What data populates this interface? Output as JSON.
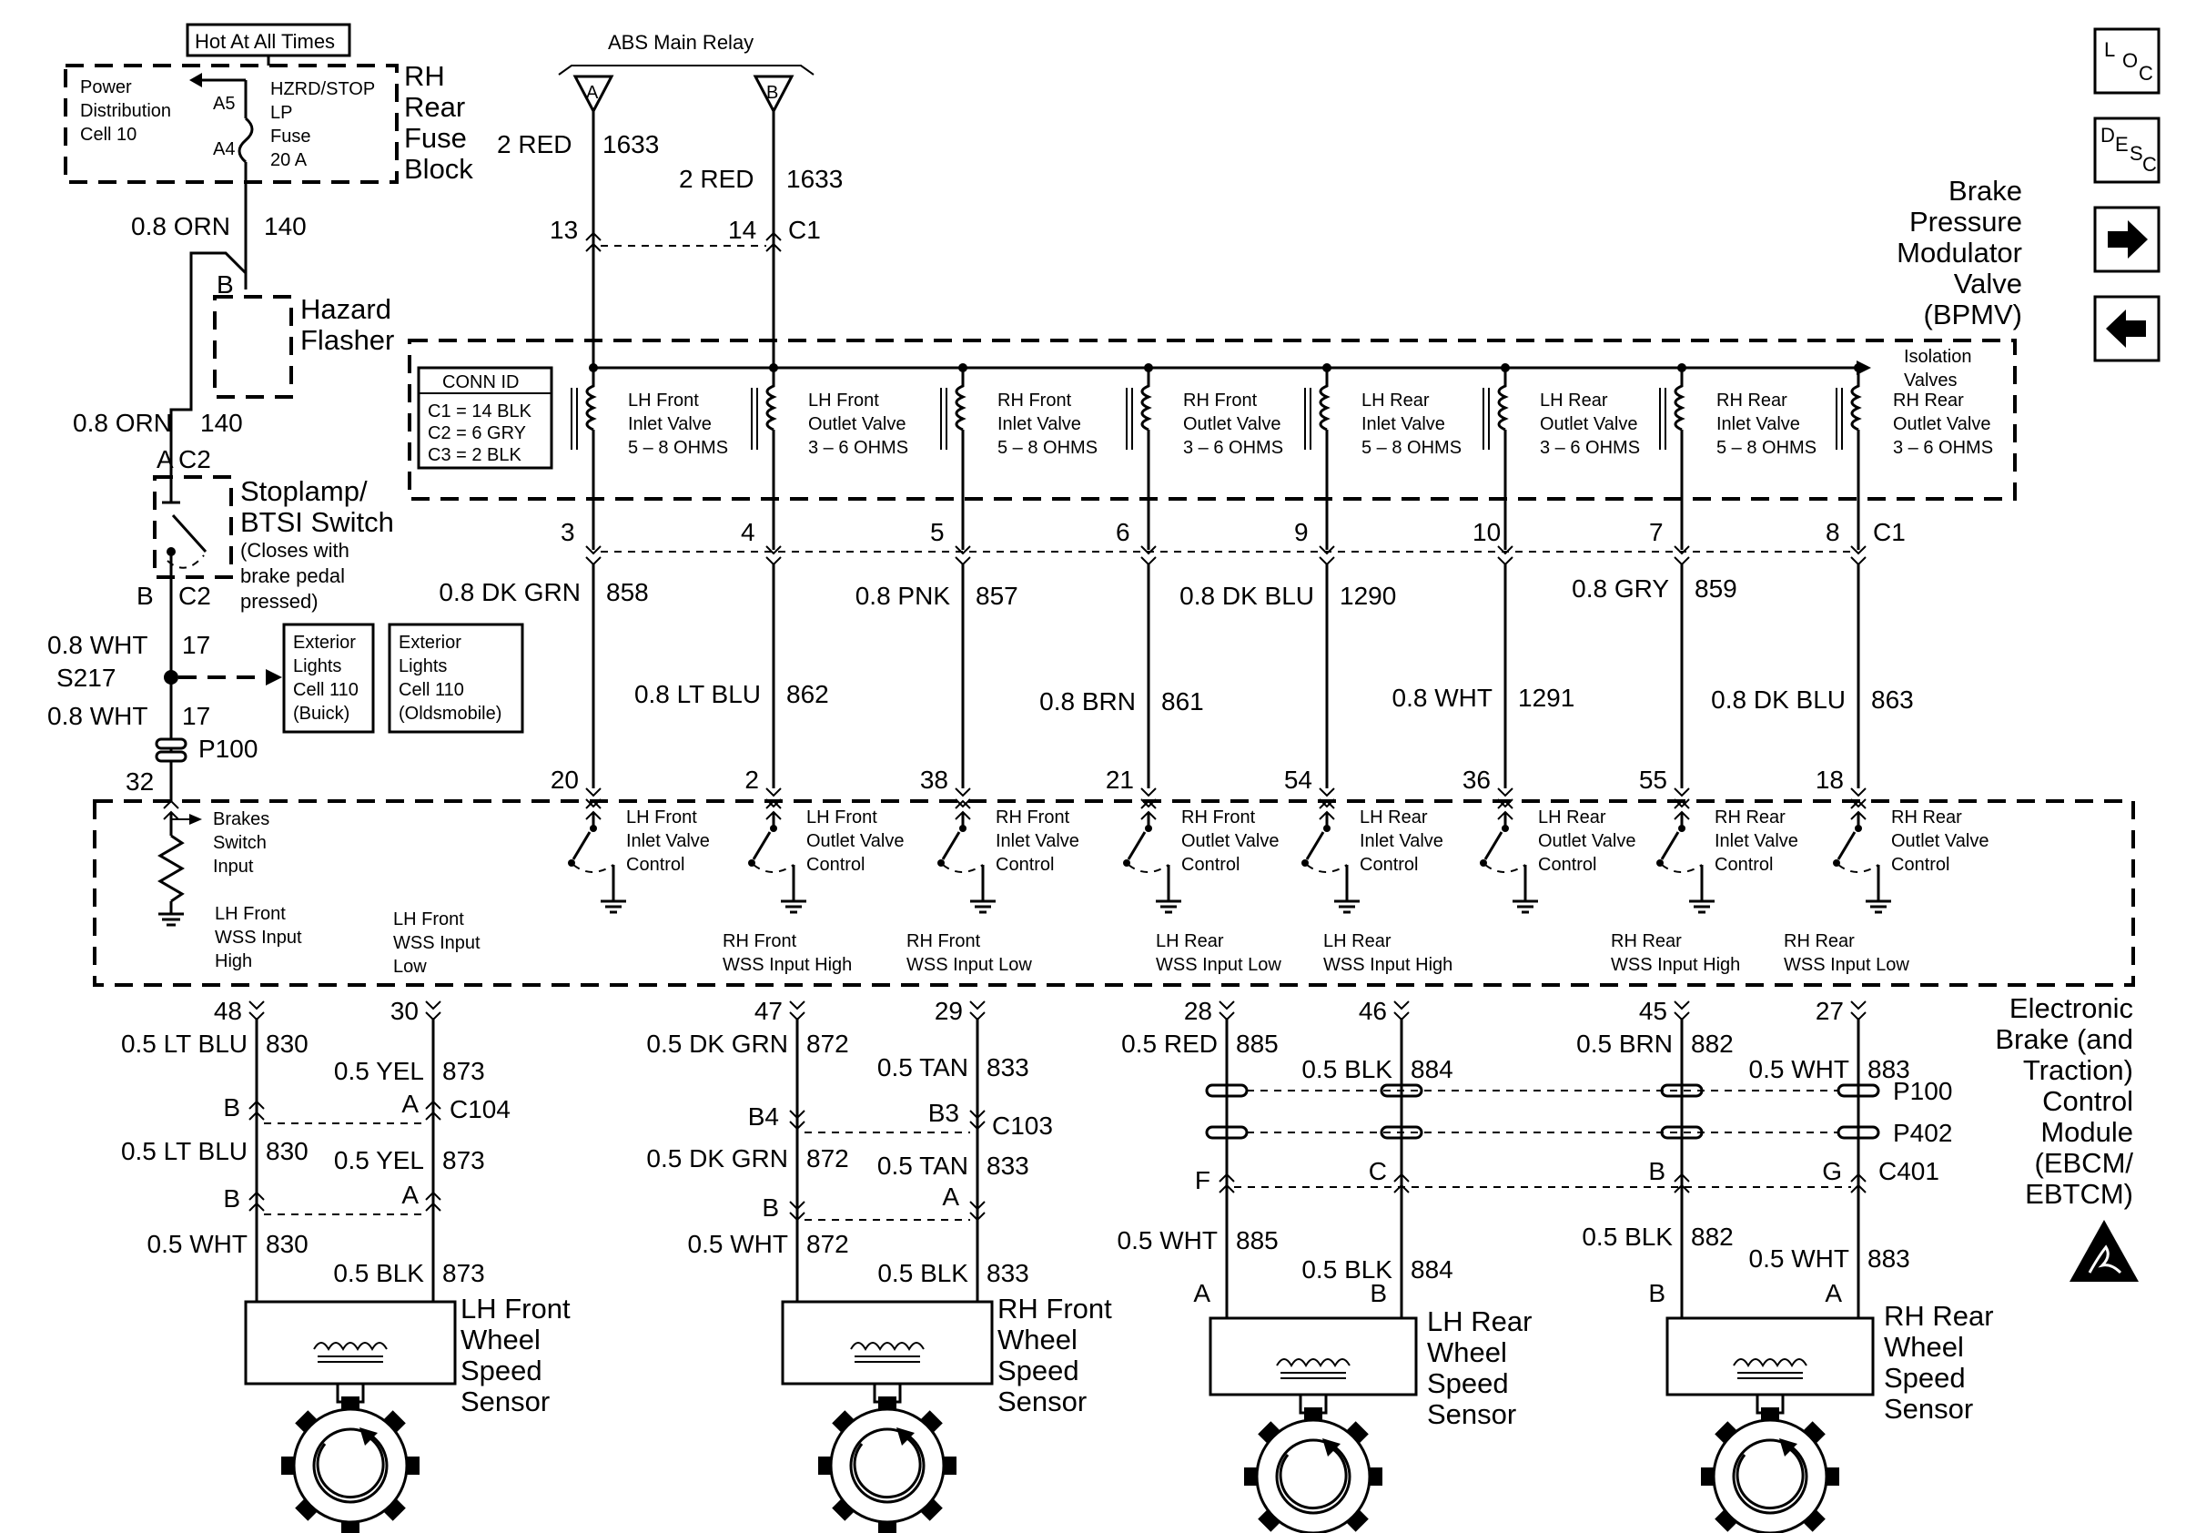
{
  "hot_label": "Hot At All Times",
  "relay_label": "ABS Main Relay",
  "relay_pins": [
    "A",
    "B"
  ],
  "fuse_block": {
    "power_dist": [
      "Power",
      "Distribution",
      "Cell 10"
    ],
    "fuse_lines": [
      "HZRD/STOP",
      "LP",
      "Fuse",
      "20 A"
    ],
    "a5": "A5",
    "a4": "A4",
    "name": [
      "RH",
      "Rear",
      "Fuse",
      "Block"
    ]
  },
  "hazard": {
    "pin": "B",
    "name": [
      "Hazard",
      "Flasher"
    ]
  },
  "left_wires": {
    "w1_gauge": "0.8 ORN",
    "w1_num": "140",
    "w2_gauge": "0.8 ORN",
    "w2_num": "140",
    "w3_gauge": "0.8 WHT",
    "w3_num": "17",
    "w4_gauge": "0.8 WHT",
    "w4_num": "17"
  },
  "stoplamp": {
    "pin_a": "A",
    "conn_a": "C2",
    "pin_b": "B",
    "conn_b": "C2",
    "name": [
      "Stoplamp/",
      "BTSI Switch"
    ],
    "note": [
      "(Closes with",
      "brake pedal",
      "pressed)"
    ]
  },
  "splice": "S217",
  "ext_lights_buick": [
    "Exterior",
    "Lights",
    "Cell 110",
    "(Buick)"
  ],
  "ext_lights_olds": [
    "Exterior",
    "Lights",
    "Cell 110",
    "(Oldsmobile)"
  ],
  "p100_left": "P100",
  "pin_32": "32",
  "relay_wires": {
    "a_gauge": "2 RED",
    "a_num": "1633",
    "b_gauge": "2 RED",
    "b_num": "1633",
    "pin13": "13",
    "pin14": "14",
    "c1": "C1"
  },
  "bpmv_label": [
    "Brake",
    "Pressure",
    "Modulator",
    "Valve",
    "(BPMV)"
  ],
  "conn_id": {
    "title": "CONN ID",
    "lines": [
      "C1 = 14 BLK",
      "C2 = 6 GRY",
      "C3 = 2 BLK"
    ]
  },
  "isolation_label": [
    "Isolation",
    "Valves"
  ],
  "valves": [
    {
      "name": [
        "LH Front",
        "Inlet Valve",
        "5 – 8 OHMS"
      ]
    },
    {
      "name": [
        "LH Front",
        "Outlet Valve",
        "3 – 6 OHMS"
      ]
    },
    {
      "name": [
        "RH Front",
        "Inlet Valve",
        "5 – 8 OHMS"
      ]
    },
    {
      "name": [
        "RH Front",
        "Outlet Valve",
        "3 – 6 OHMS"
      ]
    },
    {
      "name": [
        "LH Rear",
        "Inlet Valve",
        "5 – 8 OHMS"
      ]
    },
    {
      "name": [
        "LH Rear",
        "Outlet Valve",
        "3 – 6 OHMS"
      ]
    },
    {
      "name": [
        "RH Rear",
        "Inlet Valve",
        "5 – 8 OHMS"
      ]
    },
    {
      "name": [
        "RH Rear",
        "Outlet Valve",
        "3 – 6 OHMS"
      ]
    }
  ],
  "c1_pins": [
    "3",
    "4",
    "5",
    "6",
    "9",
    "10",
    "7",
    "8"
  ],
  "c1_label": "C1",
  "valve_wires": [
    {
      "gauge": "0.8 DK GRN",
      "num": "858"
    },
    {
      "gauge": "0.8 LT BLU",
      "num": "862"
    },
    {
      "gauge": "0.8 PNK",
      "num": "857"
    },
    {
      "gauge": "0.8 BRN",
      "num": "861"
    },
    {
      "gauge": "0.8 DK BLU",
      "num": "1290"
    },
    {
      "gauge": "0.8 WHT",
      "num": "1291"
    },
    {
      "gauge": "0.8 GRY",
      "num": "859"
    },
    {
      "gauge": "0.8 DK BLU",
      "num": "863"
    }
  ],
  "ebcm_top_pins": [
    "20",
    "2",
    "38",
    "21",
    "54",
    "36",
    "55",
    "18"
  ],
  "brakes_switch": [
    "Brakes",
    "Switch",
    "Input"
  ],
  "controls": [
    [
      "LH Front",
      "Inlet Valve",
      "Control"
    ],
    [
      "LH Front",
      "Outlet Valve",
      "Control"
    ],
    [
      "RH Front",
      "Inlet Valve",
      "Control"
    ],
    [
      "RH Front",
      "Outlet Valve",
      "Control"
    ],
    [
      "LH Rear",
      "Inlet Valve",
      "Control"
    ],
    [
      "LH Rear",
      "Outlet Valve",
      "Control"
    ],
    [
      "RH Rear",
      "Inlet Valve",
      "Control"
    ],
    [
      "RH Rear",
      "Outlet Valve",
      "Control"
    ]
  ],
  "wss_labels": [
    [
      "LH Front",
      "WSS Input",
      "High"
    ],
    [
      "LH Front",
      "WSS Input",
      "Low"
    ],
    [
      "RH Front",
      "WSS Input High"
    ],
    [
      "RH Front",
      "WSS Input Low"
    ],
    [
      "LH Rear",
      "WSS Input Low"
    ],
    [
      "LH Rear",
      "WSS Input High"
    ],
    [
      "RH Rear",
      "WSS Input High"
    ],
    [
      "RH Rear",
      "WSS Input Low"
    ]
  ],
  "ebcm_label": [
    "Electronic",
    "Brake (and",
    "Traction)",
    "Control",
    "Module",
    "(EBCM/",
    "EBTCM)"
  ],
  "bottom_pins": [
    "48",
    "30",
    "47",
    "29",
    "28",
    "46",
    "45",
    "27"
  ],
  "sensor_wires": {
    "lh_front": {
      "w1": {
        "gauge": "0.5 LT BLU",
        "num": "830"
      },
      "w2": {
        "gauge": "0.5 YEL",
        "num": "873"
      },
      "w3": {
        "gauge": "0.5 LT BLU",
        "num": "830"
      },
      "w4": {
        "gauge": "0.5 YEL",
        "num": "873"
      },
      "w5": {
        "gauge": "0.5 WHT",
        "num": "830"
      },
      "w6": {
        "gauge": "0.5 BLK",
        "num": "873"
      },
      "conn": "C104",
      "pinB1": "B",
      "pinA1": "A",
      "pinB2": "B",
      "pinA2": "A"
    },
    "rh_front": {
      "w1": {
        "gauge": "0.5 DK GRN",
        "num": "872"
      },
      "w2": {
        "gauge": "0.5 TAN",
        "num": "833"
      },
      "w3": {
        "gauge": "0.5 DK GRN",
        "num": "872"
      },
      "w4": {
        "gauge": "0.5 TAN",
        "num": "833"
      },
      "w5": {
        "gauge": "0.5 WHT",
        "num": "872"
      },
      "w6": {
        "gauge": "0.5 BLK",
        "num": "833"
      },
      "conn": "C103",
      "pinB4": "B4",
      "pinB3": "B3",
      "pinB": "B",
      "pinA": "A"
    },
    "lh_rear": {
      "w1": {
        "gauge": "0.5 RED",
        "num": "885"
      },
      "w2": {
        "gauge": "0.5 BLK",
        "num": "884"
      },
      "w5": {
        "gauge": "0.5 WHT",
        "num": "885"
      },
      "w6": {
        "gauge": "0.5 BLK",
        "num": "884"
      },
      "pinF": "F",
      "pinC": "C",
      "pinA": "A",
      "pinB": "B"
    },
    "rh_rear": {
      "w1": {
        "gauge": "0.5 BRN",
        "num": "882"
      },
      "w2": {
        "gauge": "0.5 WHT",
        "num": "883"
      },
      "w5": {
        "gauge": "0.5 BLK",
        "num": "882"
      },
      "w6": {
        "gauge": "0.5 WHT",
        "num": "883"
      },
      "pinB": "B",
      "pinG": "G",
      "pinB2": "B",
      "pinA": "A"
    },
    "p100": "P100",
    "p402": "P402",
    "c401": "C401"
  },
  "sensors": [
    [
      "LH Front",
      "Wheel",
      "Speed",
      "Sensor"
    ],
    [
      "RH Front",
      "Wheel",
      "Speed",
      "Sensor"
    ],
    [
      "LH Rear",
      "Wheel",
      "Speed",
      "Sensor"
    ],
    [
      "RH Rear",
      "Wheel",
      "Speed",
      "Sensor"
    ]
  ],
  "nav_icons": {
    "loc": [
      "L",
      "O",
      "C"
    ],
    "desc": [
      "D",
      "E",
      "S",
      "C"
    ],
    "next": "arrow-right-icon",
    "prev": "arrow-left-icon"
  },
  "esd_icon": "esd-warning-icon"
}
